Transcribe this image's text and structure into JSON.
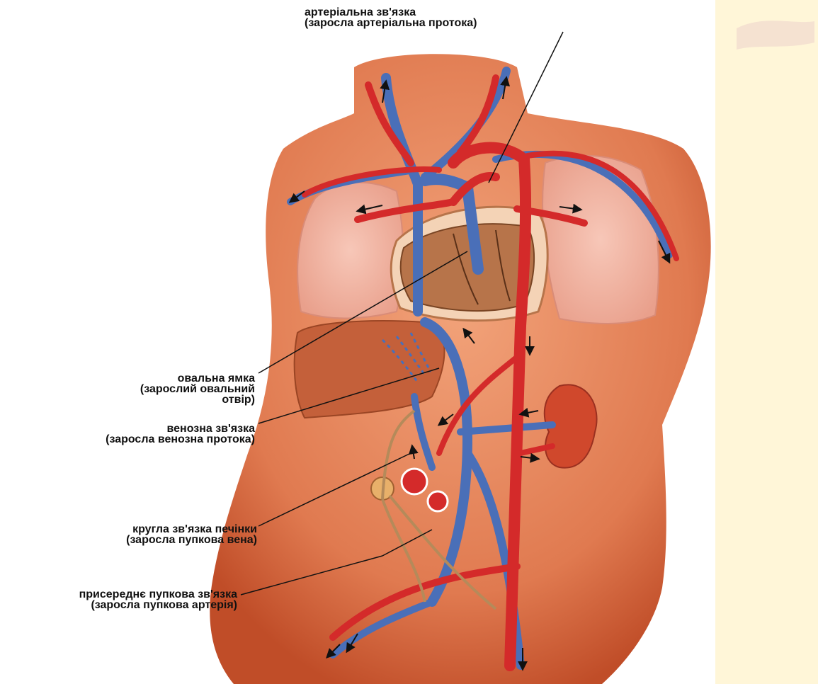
{
  "labels": {
    "arterial_ligament": {
      "line1": "артеріальна зв'язка",
      "line2": "(заросла артеріальна протока)"
    },
    "oval_fossa": {
      "line1": "овальна ямка",
      "line2": "(зарослий овальний",
      "line3": "отвір)"
    },
    "venous_ligament": {
      "line1": "венозна зв'язка",
      "line2": "(заросла венозна протока)"
    },
    "round_ligament_liver": {
      "line1": "кругла зв'язка печінки",
      "line2": "(заросла пупкова вена)"
    },
    "medial_umbilical_ligament": {
      "line1": "присереднє пупкова зв'язка",
      "line2": "(заросла пупкова артерія)"
    }
  },
  "colors": {
    "skin": "#e8825a",
    "skin_dark": "#c8502a",
    "lung": "#f2b6a6",
    "artery": "#d42a2a",
    "vein": "#4a6fb8",
    "liver": "#c4603a",
    "kidney": "#d0482c",
    "heart": "#b7744a",
    "background_tint": "#fff6d8"
  }
}
